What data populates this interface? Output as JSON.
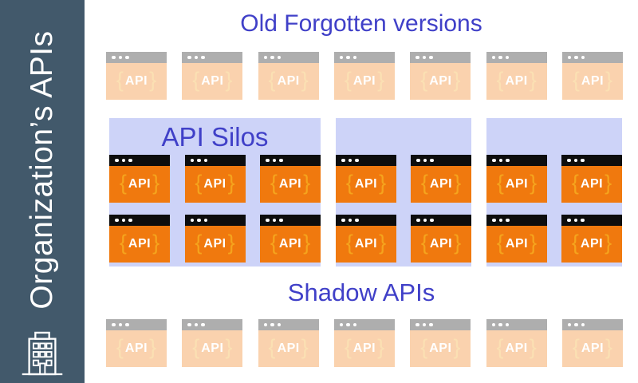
{
  "sidebar": {
    "label": "Organization’s APIs",
    "icon": "building-icon"
  },
  "sections": {
    "old_forgotten": {
      "title": "Old Forgotten versions",
      "icon_count": 7,
      "icon_style": "faded"
    },
    "api_silos": {
      "title": "API Silos",
      "groups": [
        {
          "columns": 3,
          "rows": 2,
          "count": 6
        },
        {
          "columns": 2,
          "rows": 2,
          "count": 4
        },
        {
          "columns": 2,
          "rows": 2,
          "count": 4
        }
      ],
      "icon_style": "active"
    },
    "shadow": {
      "title": "Shadow APIs",
      "icon_count": 7,
      "icon_style": "faded"
    }
  },
  "api_icon": {
    "label": "API",
    "brace_left": "{",
    "brace_right": "}",
    "titlebar_dots": 3
  },
  "colors": {
    "sidebar_bg": "#42596b",
    "title_blue": "#4040c8",
    "silo_bg": "#cdd3f8",
    "icon_orange": "#f0790e",
    "brace_gold": "#f5a41d",
    "header_black": "#0d0d0d",
    "faded_opacity": "0.33"
  }
}
